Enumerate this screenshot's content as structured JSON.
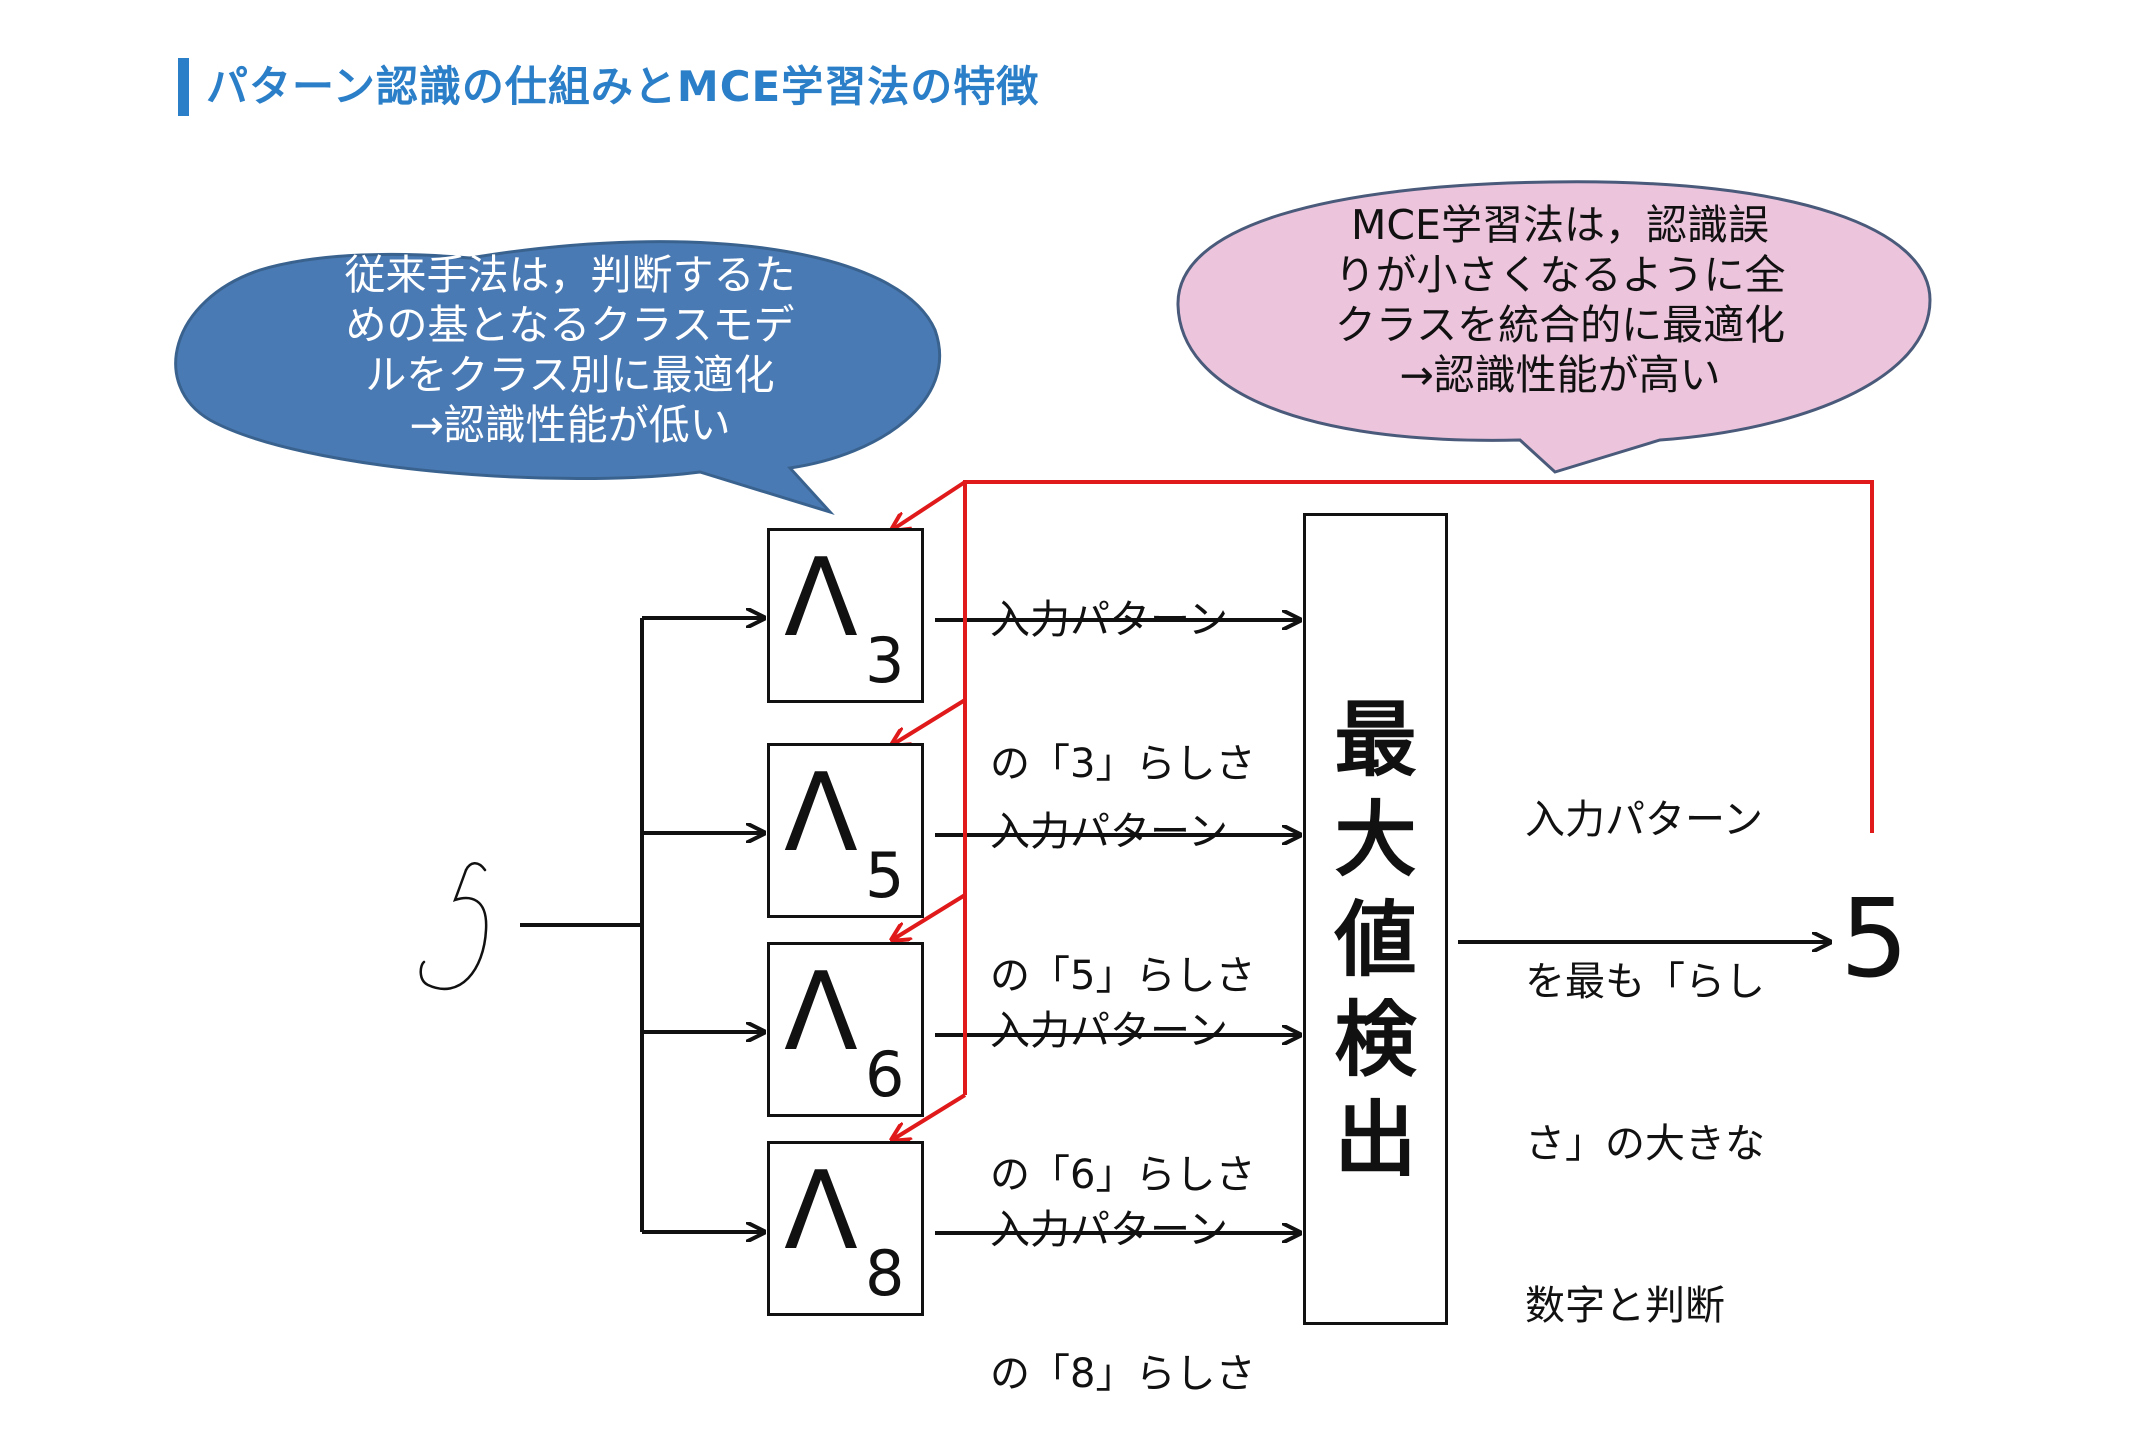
{
  "title": "パターン認識の仕組みとMCE学習法の特徴",
  "colors": {
    "title_accent": "#2b7fc8",
    "title_text": "#2b7fc8",
    "conventional_bubble": "#4a7ab4",
    "mce_bubble": "#ecc4dc",
    "feedback_arrow": "#e01a1a",
    "flow_arrow": "#111111"
  },
  "conventional_bubble": {
    "lines": [
      "従来手法は，判断するた",
      "めの基となるクラスモデ",
      "ルをクラス別に最適化",
      "→認識性能が低い"
    ]
  },
  "mce_bubble": {
    "lines": [
      "MCE学習法は，認識誤",
      "りが小さくなるように全",
      "クラスを統合的に最適化",
      "→認識性能が高い"
    ]
  },
  "input": {
    "glyph": "5",
    "icon": "handwritten-digit"
  },
  "models": [
    {
      "symbol": "Λ",
      "sub": "3",
      "label_line1": "入力パターン",
      "label_line2": "の「3」らしさ"
    },
    {
      "symbol": "Λ",
      "sub": "5",
      "label_line1": "入力パターン",
      "label_line2": "の「5」らしさ"
    },
    {
      "symbol": "Λ",
      "sub": "6",
      "label_line1": "入力パターン",
      "label_line2": "の「6」らしさ"
    },
    {
      "symbol": "Λ",
      "sub": "8",
      "label_line1": "入力パターン",
      "label_line2": "の「8」らしさ"
    }
  ],
  "max_detector": {
    "chars": [
      "最",
      "大",
      "値",
      "検",
      "出"
    ]
  },
  "decision_label": {
    "lines": [
      "入力パターン",
      "を最も「らし",
      "さ」の大きな",
      "数字と判断"
    ]
  },
  "result": "5"
}
